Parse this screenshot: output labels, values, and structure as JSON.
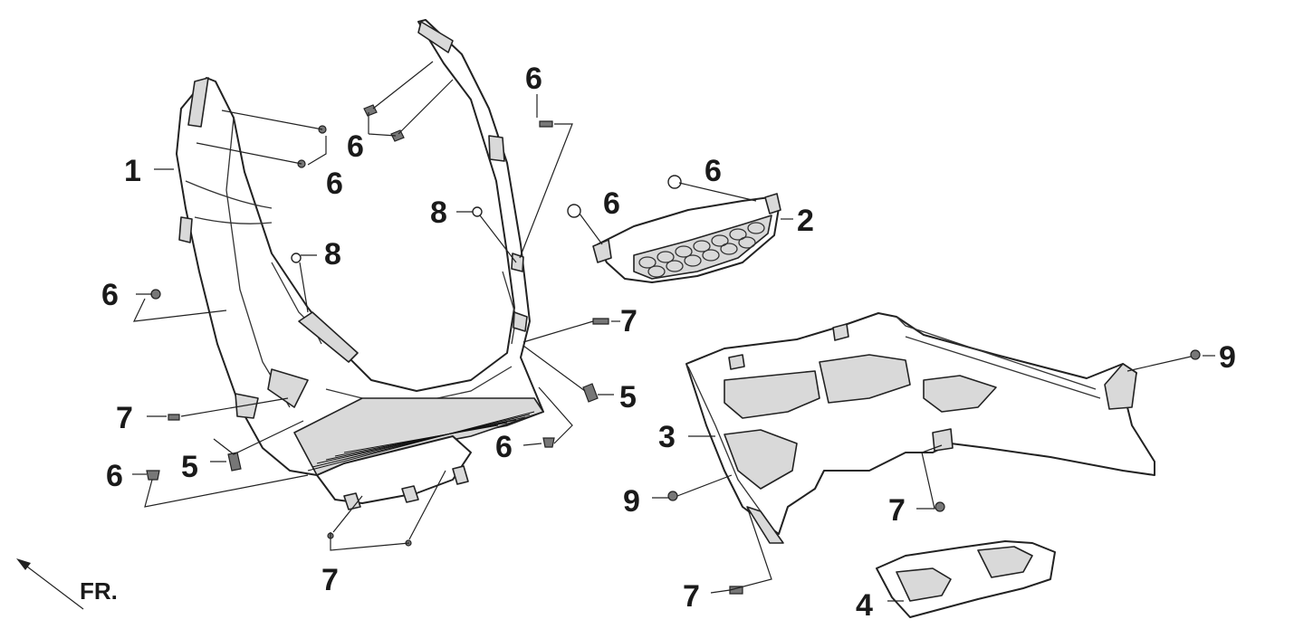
{
  "diagram": {
    "direction_label": "FR.",
    "callouts": {
      "c1": "1",
      "c2": "2",
      "c3": "3",
      "c4": "4",
      "c6a": "6",
      "c6b": "6",
      "c6c": "6",
      "c6d": "6",
      "c6e": "6",
      "c6f": "6",
      "c6g": "6",
      "c6h": "6",
      "c8a": "8",
      "c8b": "8",
      "c7a": "7",
      "c7b": "7",
      "c7c": "7",
      "c7d": "7",
      "c7e": "7",
      "c5a": "5",
      "c5b": "5",
      "c9a": "9",
      "c9b": "9"
    }
  }
}
